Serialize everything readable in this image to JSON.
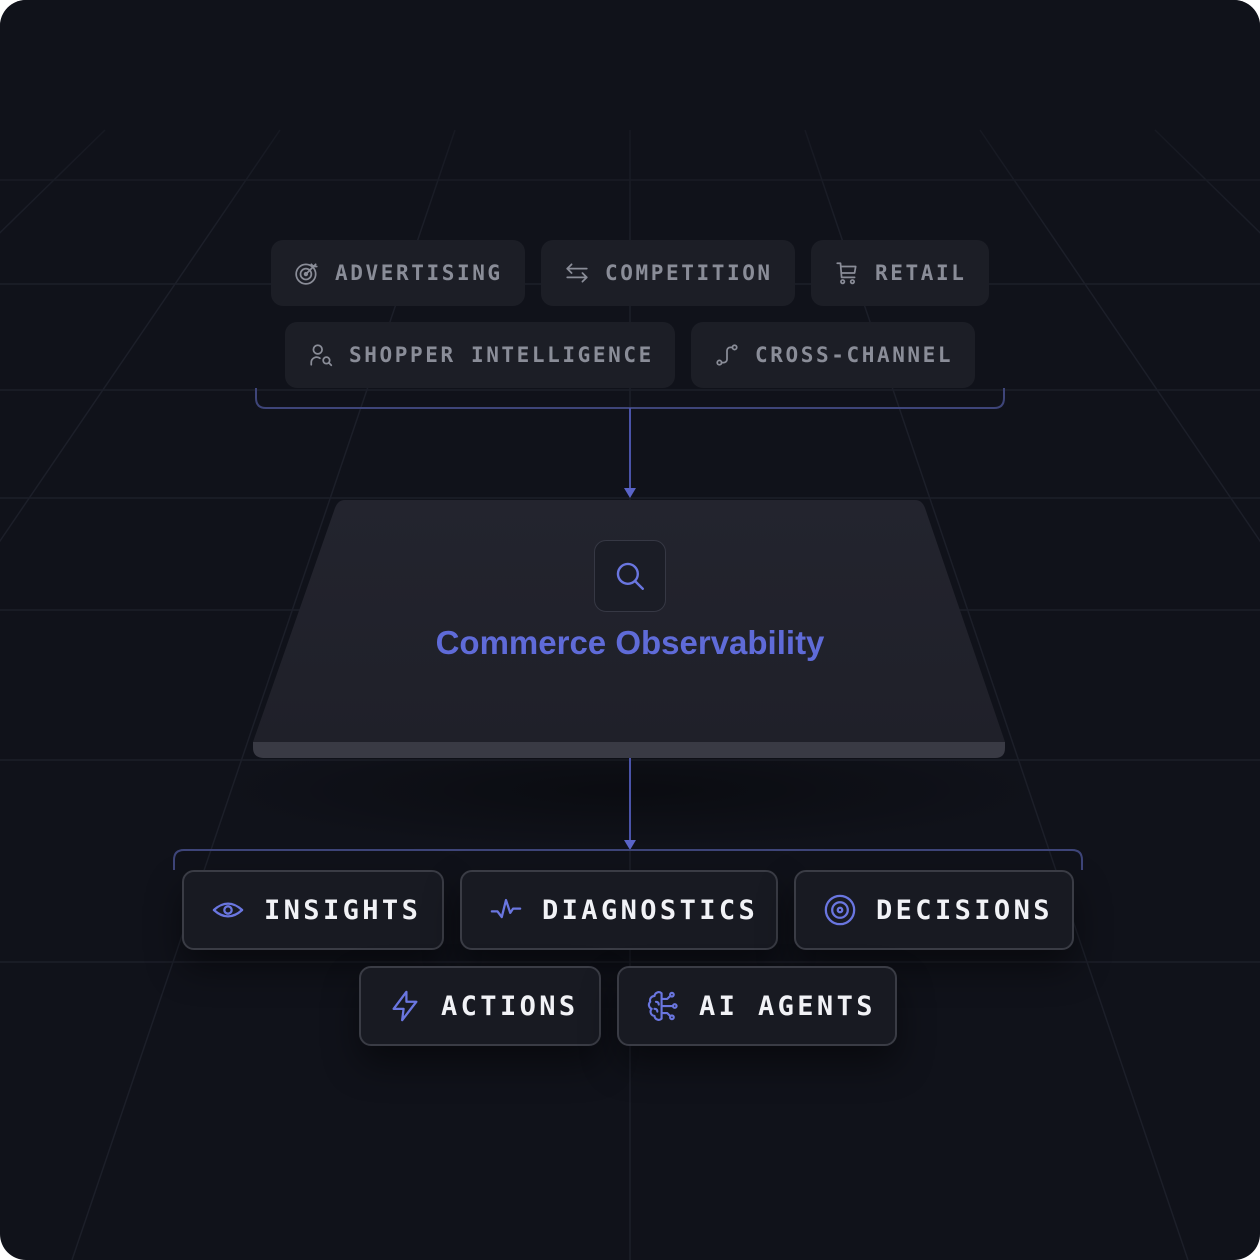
{
  "sources": [
    {
      "label": "ADVERTISING",
      "icon": "target-icon"
    },
    {
      "label": "COMPETITION",
      "icon": "arrows-swap-icon"
    },
    {
      "label": "RETAIL",
      "icon": "cart-icon"
    },
    {
      "label": "SHOPPER INTELLIGENCE",
      "icon": "user-search-icon"
    },
    {
      "label": "CROSS-CHANNEL",
      "icon": "route-icon"
    }
  ],
  "hub": {
    "title": "Commerce Observability",
    "icon": "search-icon"
  },
  "outputs": [
    {
      "label": "INSIGHTS",
      "icon": "eye-icon"
    },
    {
      "label": "DIAGNOSTICS",
      "icon": "pulse-icon"
    },
    {
      "label": "DECISIONS",
      "icon": "target-circle-icon"
    },
    {
      "label": "ACTIONS",
      "icon": "lightning-icon"
    },
    {
      "label": "AI AGENTS",
      "icon": "brain-circuit-icon"
    }
  ],
  "colors": {
    "background": "#10121a",
    "chip_bg": "#1c1e26",
    "chip_text": "#8a8d98",
    "accent": "#6a76e0",
    "output_text": "#f1f2f6",
    "connector": "#4a53a8"
  }
}
